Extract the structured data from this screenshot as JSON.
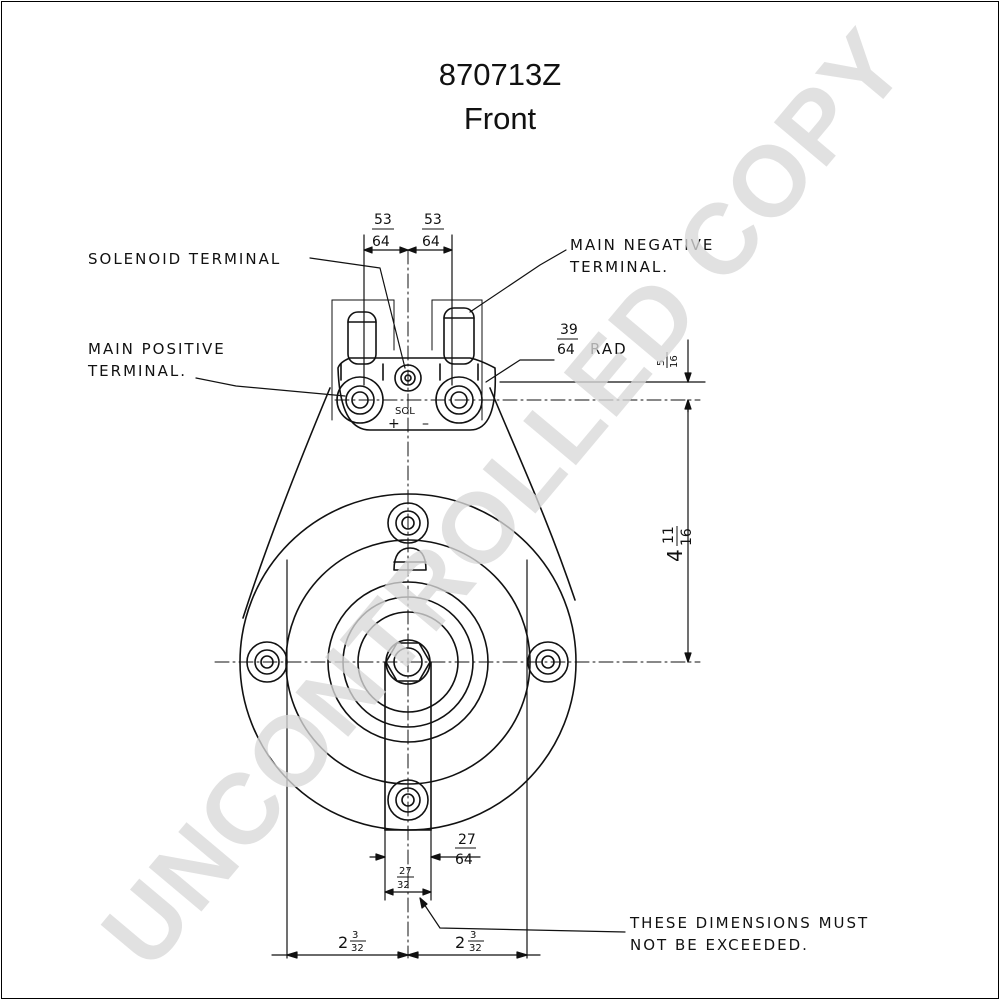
{
  "drawing": {
    "part_number": "870713Z",
    "view": "Front"
  },
  "labels": {
    "solenoid_terminal": "SOLENOID TERMINAL",
    "main_negative_line1": "MAIN NEGATIVE",
    "main_negative_line2": "TERMINAL.",
    "main_positive_line1": "MAIN POSITIVE",
    "main_positive_line2": "TERMINAL.",
    "sol": "SOL",
    "plus": "+",
    "minus": "–",
    "note_line1": "THESE DIMENSIONS MUST",
    "note_line2": "NOT BE EXCEEDED."
  },
  "dimensions": {
    "top_left": {
      "num": "53",
      "den": "64"
    },
    "top_right": {
      "num": "53",
      "den": "64"
    },
    "radius": {
      "num": "39",
      "den": "64",
      "suffix": "RAD"
    },
    "small_offset": {
      "num": "5",
      "den": "16"
    },
    "height": {
      "whole": "4",
      "num": "11",
      "den": "16"
    },
    "shaft_right": {
      "num": "27",
      "den": "64"
    },
    "shaft_width": {
      "num": "27",
      "den": "32"
    },
    "bottom_left": {
      "whole": "2",
      "num": "3",
      "den": "32"
    },
    "bottom_right": {
      "whole": "2",
      "num": "3",
      "den": "32"
    }
  },
  "watermark": "UNCONTROLLED COPY",
  "colors": {
    "ink": "#111111",
    "watermark": "#d9d9d9",
    "background": "#ffffff"
  }
}
